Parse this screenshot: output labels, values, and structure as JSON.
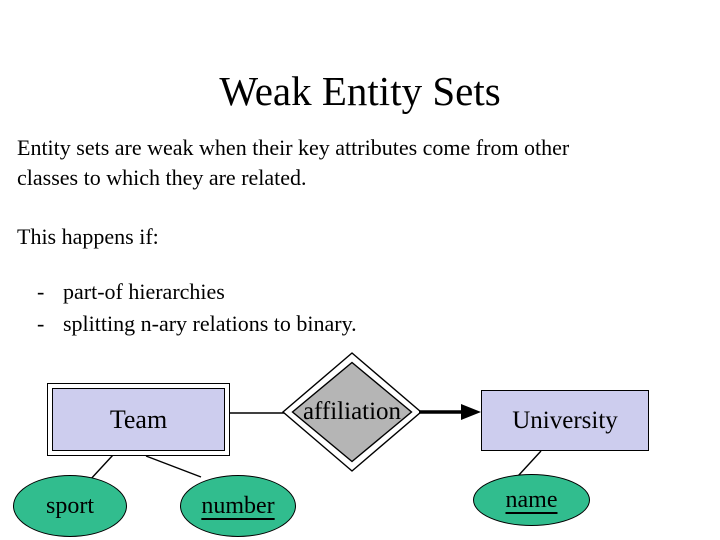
{
  "slide": {
    "title": "Weak Entity Sets",
    "paragraph_lines": [
      "Entity sets are weak when their key attributes come from other",
      "classes to which they are related."
    ],
    "intro": "This happens if:",
    "bullets": [
      {
        "dash": "-",
        "text": "part-of hierarchies"
      },
      {
        "dash": "-",
        "text": "splitting n-ary relations to binary."
      }
    ]
  },
  "diagram": {
    "team": {
      "label": "Team"
    },
    "relationship": {
      "label": "affiliation"
    },
    "university": {
      "label": "University"
    },
    "attributes": {
      "sport": {
        "label": "sport",
        "underlined": false
      },
      "number": {
        "label": "number",
        "underlined": true
      },
      "name": {
        "label": "name",
        "underlined": true
      }
    },
    "colors": {
      "entity_fill": "#cdcdee",
      "relationship_fill": "#b5b5b5",
      "attribute_fill": "#31bd8e",
      "line_color": "#000000"
    }
  }
}
